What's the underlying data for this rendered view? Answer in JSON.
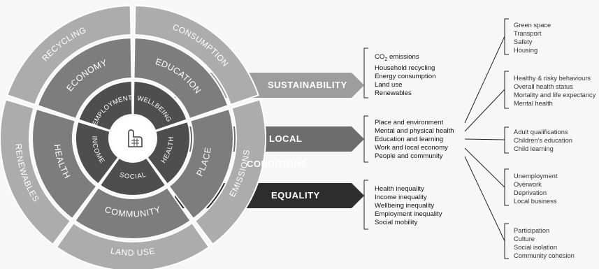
{
  "wheel": {
    "outer_ring": [
      "RECYCLING",
      "CONSUMPTION",
      "EMISSIONS",
      "LAND USE",
      "RENEWABLES"
    ],
    "middle_ring": [
      "ECONOMY",
      "EDUCATION",
      "PLACE",
      "COMMUNITY",
      "HEALTH"
    ],
    "inner_ring": [
      "EMPLOYMENT",
      "WELLBEING",
      "HEALTH",
      "SOCIAL",
      "INCOME"
    ]
  },
  "domains": {
    "sustainability": {
      "label": "SUSTAINABILITY",
      "items": [
        "CO2 emissions",
        "Household recycling",
        "Energy consumption",
        "Land use",
        "Renewables"
      ]
    },
    "local_conditions": {
      "label": "LOCAL CONDITIONS",
      "items": [
        "Place and environment",
        "Mental and physical health",
        "Education and learning",
        "Work and local economy",
        "People and community"
      ]
    },
    "equality": {
      "label": "EQUALITY",
      "items": [
        "Health inequality",
        "Income inequality",
        "Wellbeing inequality",
        "Employment inequality",
        "Social mobility"
      ]
    }
  },
  "sub_domains": [
    [
      "Green space",
      "Transport",
      "Safety",
      "Housing"
    ],
    [
      "Healthy & risky behaviours",
      "Overall health status",
      "Mortality and life expectancy",
      "Mental health"
    ],
    [
      "Adult qualifications",
      "Children's education",
      "Child learning"
    ],
    [
      "Unemployment",
      "Overwork",
      "Deprivation",
      "Local business"
    ],
    [
      "Participation",
      "Culture",
      "Social isolation",
      "Community cohesion"
    ]
  ],
  "colors": {
    "outer": "#acacac",
    "middle": "#7d7d7d",
    "inner": "#4e4e4e",
    "sustainability": "#9d9d9d",
    "local_conditions": "#6d6d6d",
    "equality": "#2d2d2d"
  }
}
